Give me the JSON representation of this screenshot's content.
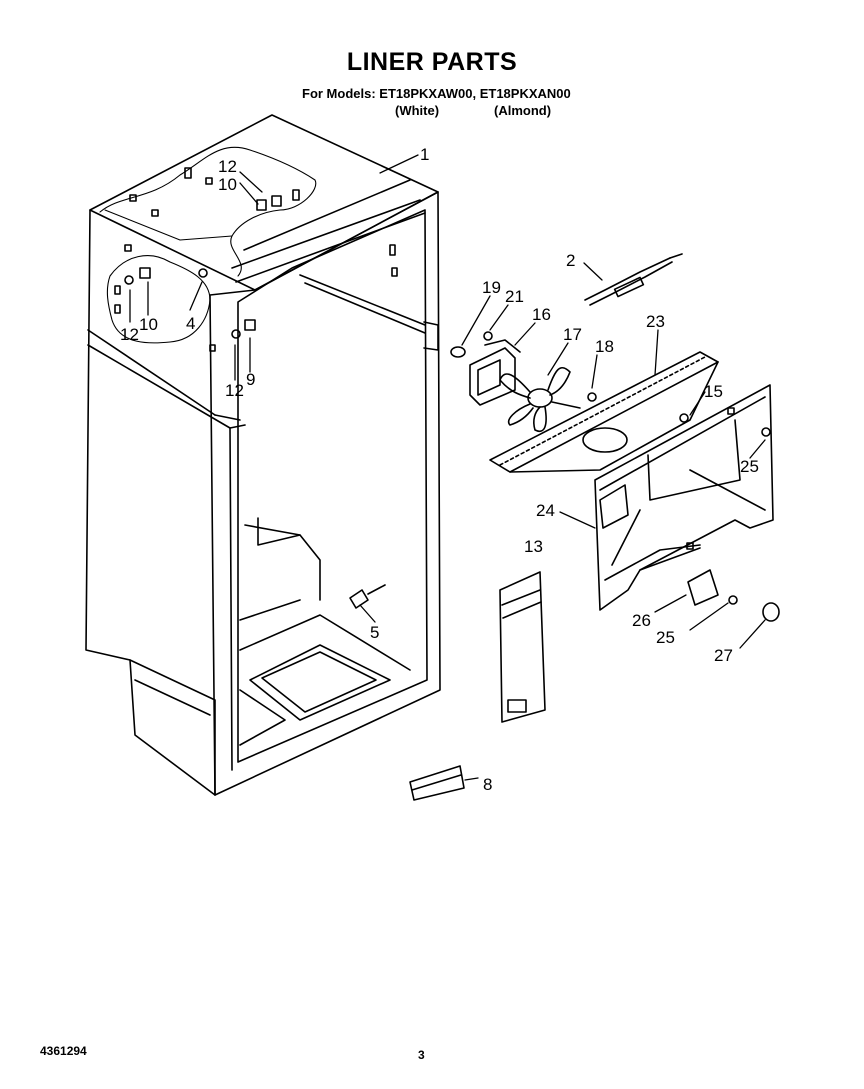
{
  "header": {
    "title": "LINER PARTS",
    "models_line": "For Models: ET18PKXAW00, ET18PKXAN00",
    "color_white": "(White)",
    "color_almond": "(Almond)"
  },
  "footer": {
    "doc_number": "4361294",
    "page_number": "3"
  },
  "callouts": {
    "c1": "1",
    "c2": "2",
    "c4": "4",
    "c5": "5",
    "c8": "8",
    "c9": "9",
    "c10a": "10",
    "c10b": "10",
    "c12a": "12",
    "c12b": "12",
    "c12c": "12",
    "c13": "13",
    "c15": "15",
    "c16": "16",
    "c17": "17",
    "c18": "18",
    "c19": "19",
    "c21": "21",
    "c23": "23",
    "c24": "24",
    "c25a": "25",
    "c25b": "25",
    "c26": "26",
    "c27": "27"
  }
}
